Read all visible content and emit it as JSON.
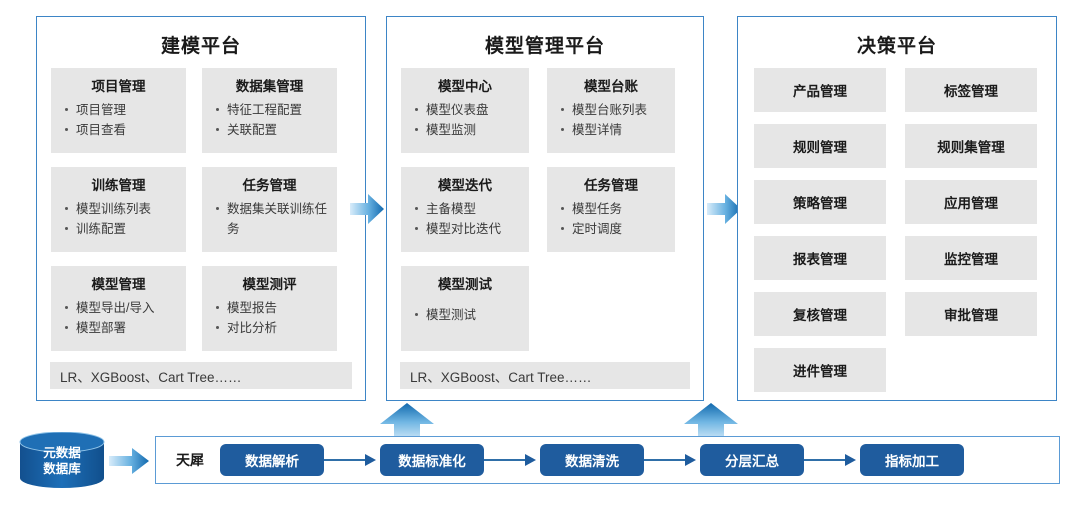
{
  "platforms": [
    {
      "id": "modeling",
      "title": "建模平台",
      "cards": [
        {
          "title": "项目管理",
          "items": [
            "项目管理",
            "项目查看"
          ]
        },
        {
          "title": "数据集管理",
          "items": [
            "特征工程配置",
            "关联配置"
          ]
        },
        {
          "title": "训练管理",
          "items": [
            "模型训练列表",
            "训练配置"
          ]
        },
        {
          "title": "任务管理",
          "items": [
            "数据集关联训练任务"
          ]
        },
        {
          "title": "模型管理",
          "items": [
            "模型导出/导入",
            "模型部署"
          ]
        },
        {
          "title": "模型测评",
          "items": [
            "模型报告",
            "对比分析"
          ]
        }
      ],
      "algorithms": "LR、XGBoost、Cart Tree……"
    },
    {
      "id": "model-management",
      "title": "模型管理平台",
      "cards": [
        {
          "title": "模型中心",
          "items": [
            "模型仪表盘",
            "模型监测"
          ]
        },
        {
          "title": "模型台账",
          "items": [
            "模型台账列表",
            "模型详情"
          ]
        },
        {
          "title": "模型迭代",
          "items": [
            "主备模型",
            "模型对比迭代"
          ]
        },
        {
          "title": "任务管理",
          "items": [
            "模型任务",
            "定时调度"
          ]
        },
        {
          "title": "模型测试",
          "items": [
            "模型测试"
          ]
        }
      ],
      "algorithms": "LR、XGBoost、Cart Tree……"
    },
    {
      "id": "decision",
      "title": "决策平台",
      "tiles": [
        "产品管理",
        "标签管理",
        "规则管理",
        "规则集管理",
        "策略管理",
        "应用管理",
        "报表管理",
        "监控管理",
        "复核管理",
        "审批管理",
        "进件管理"
      ]
    }
  ],
  "pipeline": {
    "source": {
      "line1": "元数据",
      "line2": "数据库"
    },
    "label": "天犀",
    "stages": [
      "数据解析",
      "数据标准化",
      "数据清洗",
      "分层汇总",
      "指标加工"
    ]
  },
  "colors": {
    "panel_border": "#3d85c6",
    "card_bg": "#e6e6e6",
    "node_blue": "#1f5c9e",
    "arrow_light": "#cfe6f7",
    "arrow_dark": "#1f6fb5"
  }
}
